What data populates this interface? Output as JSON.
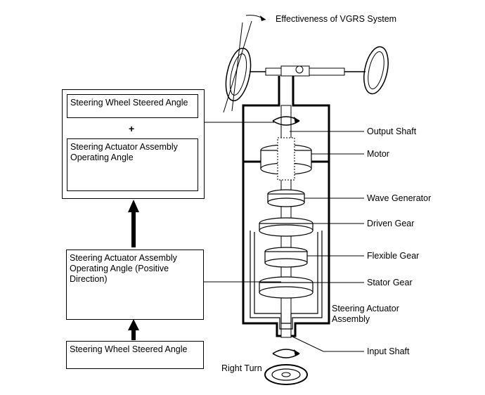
{
  "title": "Effectiveness of VGRS System",
  "left_boxes": {
    "result_top": "Steering Wheel Steered Angle",
    "plus": "+",
    "result_bottom": "Steering Actuator Assembly Operating Angle",
    "middle": "Steering Actuator Assembly Operating Angle (Positive Direction)",
    "bottom": "Steering Wheel Steered Angle"
  },
  "callouts": {
    "output_shaft": "Output Shaft",
    "motor": "Motor",
    "wave_generator": "Wave Generator",
    "driven_gear": "Driven Gear",
    "flexible_gear": "Flexible Gear",
    "stator_gear": "Stator Gear",
    "actuator_assembly": "Steering Actuator Assembly",
    "input_shaft": "Input Shaft",
    "right_turn": "Right Turn"
  }
}
